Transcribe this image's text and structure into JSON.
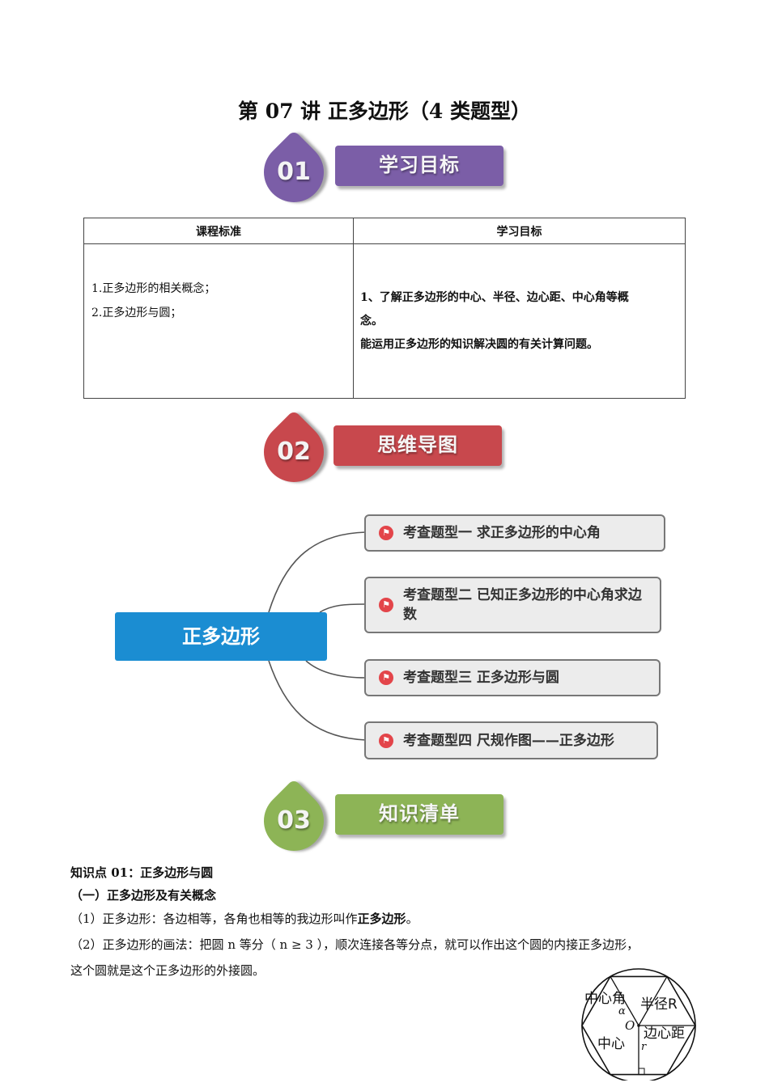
{
  "doc_title": "第 07 讲  正多边形（4 类题型）",
  "sections": [
    {
      "num": "01",
      "label": "学习目标",
      "color": "#7b5ea7"
    },
    {
      "num": "02",
      "label": "思维导图",
      "color": "#c8484d"
    },
    {
      "num": "03",
      "label": "知识清单",
      "color": "#8db456"
    }
  ],
  "goals_table": {
    "headers": [
      "课程标准",
      "学习目标"
    ],
    "standards": [
      "1.正多边形的相关概念；",
      "2.正多边形与圆；"
    ],
    "objectives": [
      "1、了解正多边形的中心、半径、边心距、中心角等概",
      "念。",
      "能运用正多边形的知识解决圆的有关计算问题。"
    ]
  },
  "mindmap": {
    "root": "正多边形",
    "branches": [
      "考查题型一 求正多边形的中心角",
      "考查题型二 已知正多边形的中心角求边数",
      "考查题型三 正多边形与圆",
      "考查题型四 尺规作图——正多边形"
    ]
  },
  "knowledge": {
    "heading": "知识点 01：正多边形与圆",
    "subheading": "（一）正多边形及有关概念",
    "p1_prefix": "（1）正多边形：各边相等，各角也相等的我边形叫作",
    "p1_bold": "正多边形",
    "p1_suffix": "。",
    "p2_line1": "（2）正多边形的画法：把圆 n 等分（ n ≥ 3 ），顺次连接各等分点，就可以作出这个圆的内接正多边形，",
    "p2_line2": "这个圆就是这个正多边形的外接圆。"
  },
  "diagram": {
    "labels": {
      "central_angle": "中心角",
      "radius": "半径R",
      "center": "中心",
      "apothem": "边心距",
      "alpha": "α",
      "o": "O",
      "r": "r"
    }
  }
}
